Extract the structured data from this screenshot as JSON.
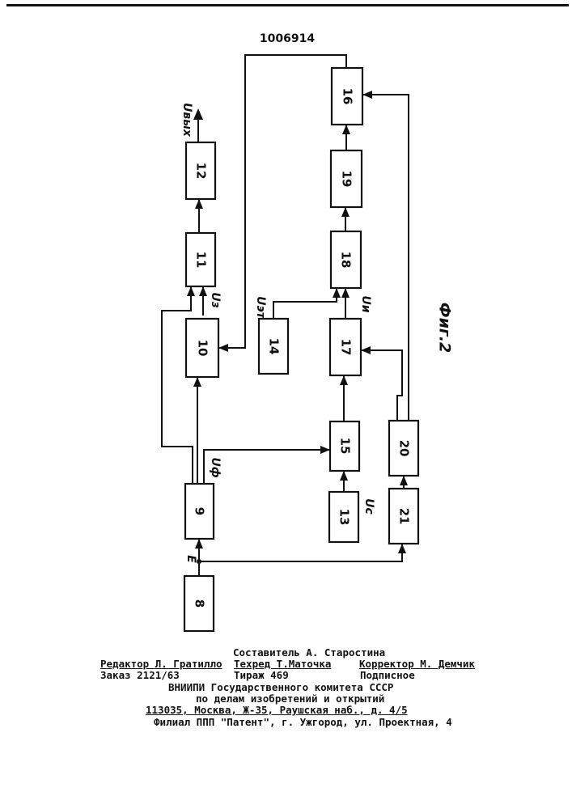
{
  "patent_number": "1006914",
  "figure_label": "Фиг.2",
  "blocks": {
    "b8": "8",
    "b9": "9",
    "b10": "10",
    "b11": "11",
    "b12": "12",
    "b13": "13",
    "b14": "14",
    "b15": "15",
    "b16": "16",
    "b17": "17",
    "b18": "18",
    "b19": "19",
    "b20": "20",
    "b21": "21"
  },
  "signals": {
    "u_out": "Uвых",
    "u_z": "Uз",
    "u_f": "Uф",
    "u_et": "Uэт",
    "u_i": "Uи",
    "u_c": "Uс",
    "e": "E"
  },
  "footer": {
    "compiler": "Составитель А. Старостина",
    "editor": "Редактор Л. Гратилло",
    "techred": "Техред Т.Маточка",
    "corrector": "Корректор  М. Демчик",
    "order": "Заказ 2121/63",
    "circulation": "Тираж 469",
    "subscription": "Подписное",
    "org1": "ВНИИПИ Государственного комитета СССР",
    "org2": "по делам изобретений и открытий",
    "address": "113035, Москва, Ж-35, Раушская наб., д. 4/5",
    "branch": "Филиал ППП \"Патент\", г. Ужгород, ул. Проектная, 4"
  }
}
